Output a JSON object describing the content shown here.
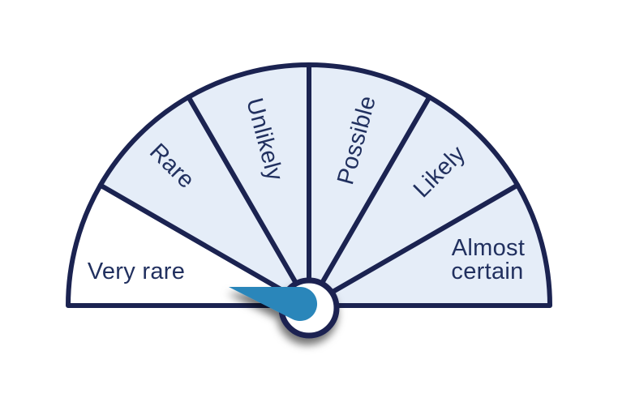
{
  "chart_data": {
    "type": "gauge",
    "title": "",
    "arc_degrees": 180,
    "categories": [
      "Very rare",
      "Rare",
      "Unlikely",
      "Possible",
      "Likely",
      "Almost certain"
    ],
    "selected_value": "Very rare",
    "needle_points_to": "Very rare",
    "needle_angle_above_left_horizontal_deg": 15,
    "segments": [
      {
        "label": "Very rare",
        "selected": true
      },
      {
        "label": "Rare",
        "selected": false
      },
      {
        "label": "Unlikely",
        "selected": false
      },
      {
        "label": "Possible",
        "selected": false
      },
      {
        "label": "Likely",
        "selected": false
      },
      {
        "label": "Almost certain",
        "label_lines": [
          "Almost",
          "certain"
        ],
        "selected": false
      }
    ],
    "legend": "none",
    "grid": false
  },
  "colors": {
    "outline": "#1b2351",
    "segment_fill": "#e5edf8",
    "segment_selected_fill": "#ffffff",
    "needle": "#2c86ba",
    "label_text": "#21305f",
    "hub_fill": "#ffffff",
    "background": "#ffffff"
  }
}
